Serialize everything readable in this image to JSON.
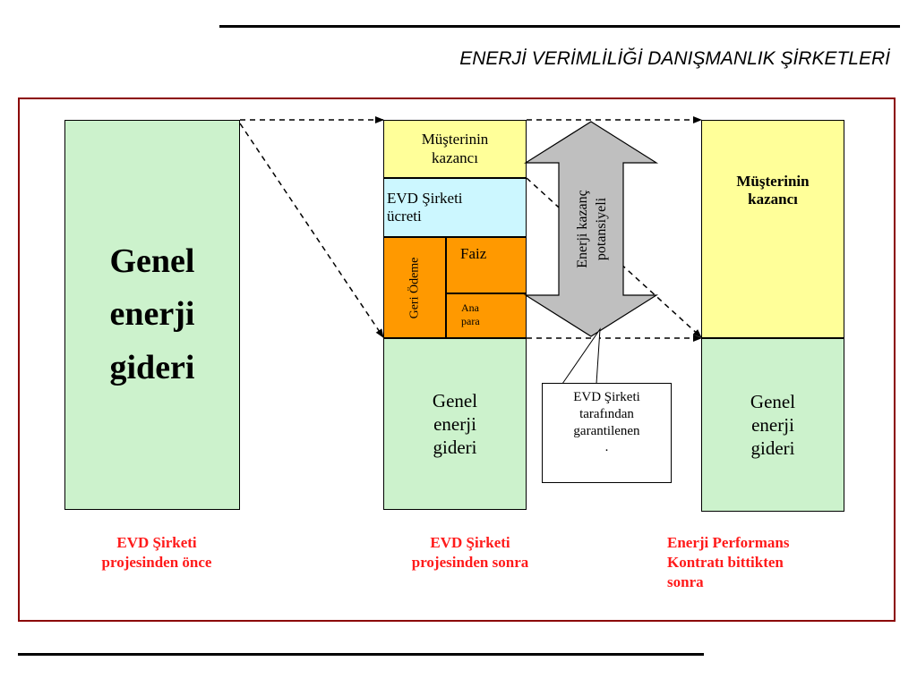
{
  "header": {
    "title": "ENERJİ VERİMLİLİĞİ DANIŞMANLIK ŞİRKETLERİ"
  },
  "colors": {
    "frame_border": "#8b0000",
    "green": "#ccf2cc",
    "yellow": "#ffff99",
    "cyan": "#ccf7ff",
    "orange": "#ff9900",
    "arrow_gray": "#bfbfbf",
    "caption_red": "#ff1a1a"
  },
  "before": {
    "box": [
      "Genel",
      "enerji",
      "gideri"
    ],
    "caption": [
      "EVD Şirketi",
      "projesinden önce"
    ]
  },
  "after": {
    "customer_gain": [
      "Müşterinin",
      "kazancı"
    ],
    "evd_fee": [
      "EVD Şirketi",
      "ücreti"
    ],
    "repayment": "Geri Ödeme",
    "interest": "Faiz",
    "principal": [
      "Ana",
      "para"
    ],
    "energy_cost": [
      "Genel",
      "enerji",
      "gideri"
    ],
    "caption": [
      "EVD Şirketi",
      "projesinden sonra"
    ]
  },
  "potential_arrow": {
    "label_line1": "Enerji kazanç",
    "label_line2": "potansiyeli"
  },
  "callout": {
    "lines": [
      "EVD Şirketi",
      "tarafından",
      "garantilenen",
      "."
    ]
  },
  "end": {
    "customer_gain": [
      "Müşterinin",
      "kazancı"
    ],
    "energy_cost": [
      "Genel",
      "enerji",
      "gideri"
    ],
    "caption": [
      "Enerji Performans",
      "Kontratı bittikten",
      "sonra"
    ]
  }
}
